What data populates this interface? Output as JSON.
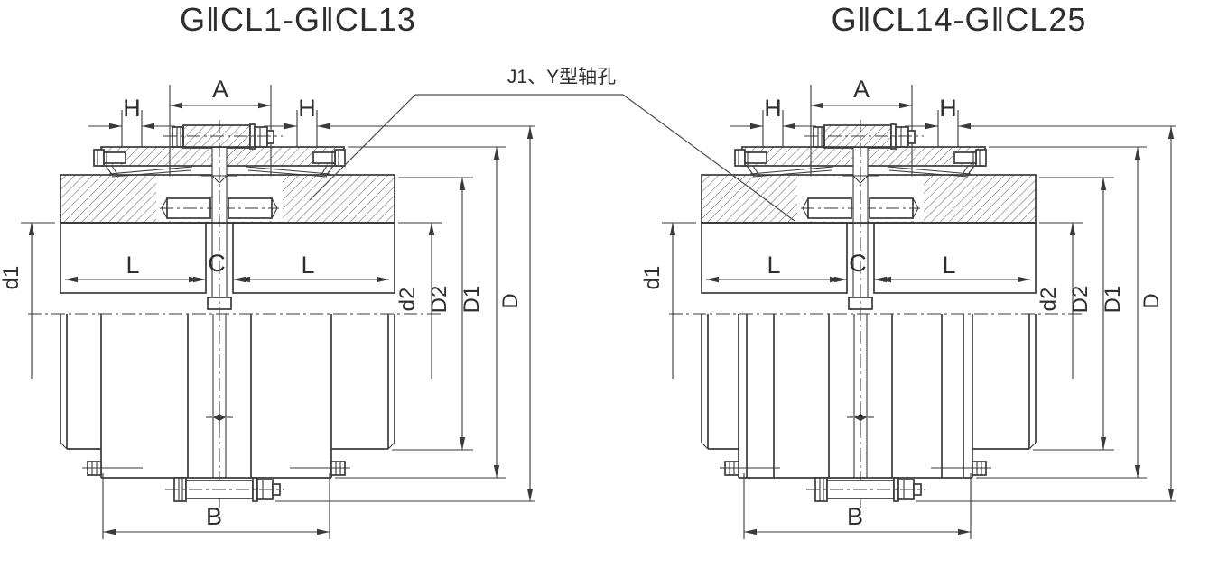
{
  "page": {
    "background": "#ffffff",
    "ink": "#3a3a3a",
    "thin_ink": "#4d4d4d",
    "hatch_color": "#5a5a5a"
  },
  "annotation": {
    "label": "J1、Y型轴孔"
  },
  "drawings": [
    {
      "id": "left",
      "title": "G‖CL1-G‖CL13",
      "dims": {
        "A": "A",
        "H": "H",
        "L": "L",
        "C": "C",
        "B": "B",
        "d1": "d1",
        "d2": "d2",
        "D2": "D2",
        "D1": "D1",
        "D": "D"
      }
    },
    {
      "id": "right",
      "title": "G‖CL14-G‖CL25",
      "dims": {
        "A": "A",
        "H": "H",
        "L": "L",
        "C": "C",
        "B": "B",
        "d1": "d1",
        "d2": "d2",
        "D2": "D2",
        "D1": "D1",
        "D": "D"
      }
    }
  ]
}
